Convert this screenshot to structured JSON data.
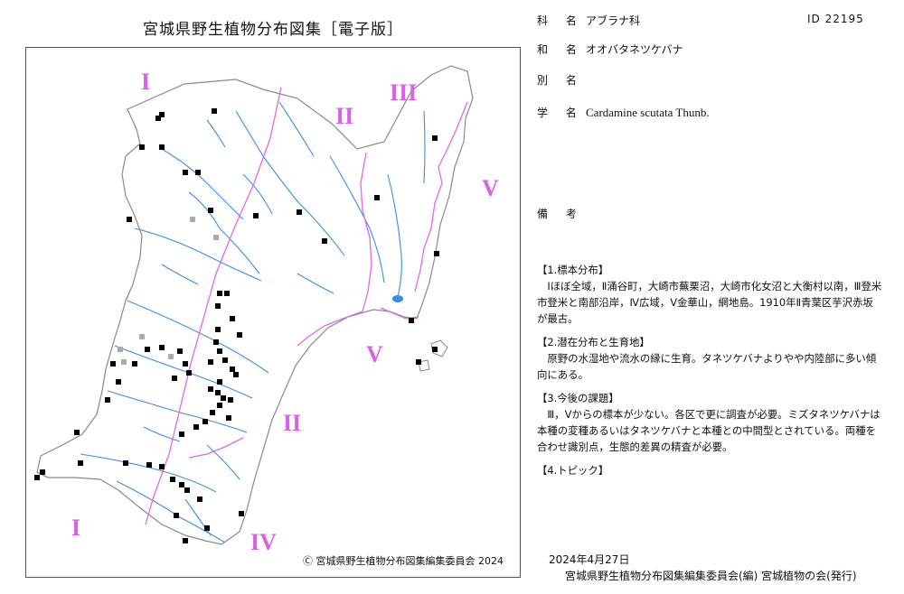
{
  "header": {
    "title": "宮城県野生植物分布図集［電子版］"
  },
  "map": {
    "region_labels": [
      "I",
      "II",
      "III",
      "V",
      "V",
      "II",
      "I",
      "IV"
    ],
    "copyright": "Ⓒ 宮城県野生植物分布図集編集委員会 2024",
    "colors": {
      "outline": "#8a8a8a",
      "river": "#3a8ee6",
      "boundary": "#e067e8",
      "label": "#d862e6",
      "record": "#000000",
      "old_record": "#aaaaaa"
    }
  },
  "info": {
    "family_label": "科 名",
    "family": "アブラナ科",
    "id": "ID 22195",
    "japanese_label": "和 名",
    "japanese": "オオバタネツケバナ",
    "alias_label": "別 名",
    "alias": "",
    "scientific_label": "学 名",
    "scientific": "Cardamine scutata Thunb.",
    "remarks_label": "備 考",
    "remarks": ""
  },
  "notes": [
    {
      "head": "【1.標本分布】",
      "body": "Ⅰほぼ全域，Ⅱ涌谷町，大崎市蕪栗沼，大崎市化女沼と大衡村以南，Ⅲ登米市登米と南部沿岸，Ⅳ広域，Ⅴ金華山，網地島。1910年Ⅱ青葉区芋沢赤坂が最古。"
    },
    {
      "head": "【2.潜在分布と生育地】",
      "body": "原野の水湿地や流水の縁に生育。タネツケバナよりやや内陸部に多い傾向にある。"
    },
    {
      "head": "【3.今後の課題】",
      "body": "Ⅲ，Ⅴからの標本が少ない。各区で更に調査が必要。ミズタネツケバナは本種の変種あるいはタネツケバナと本種との中間型とされている。両種を合わせ識別点，生態的差異の精査が必要。"
    },
    {
      "head": "【4.トピック】",
      "body": ""
    }
  ],
  "footer": {
    "date": "2024年4月27日",
    "publisher": "宮城県野生植物分布図集編集委員会(編)  宮城植物の会(発行)"
  }
}
